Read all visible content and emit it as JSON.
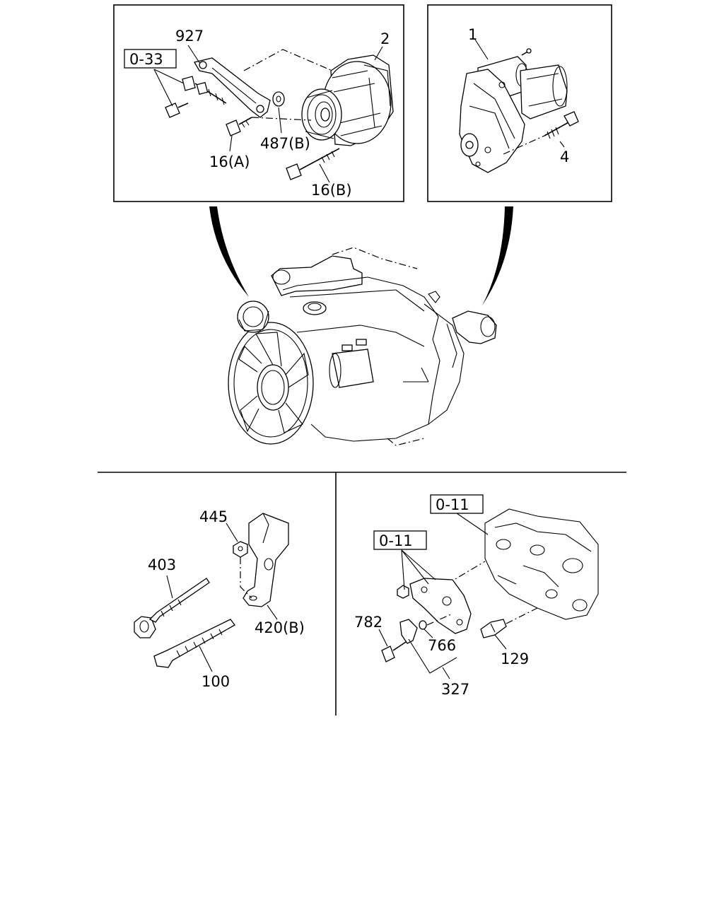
{
  "callouts": {
    "top_left": {
      "p927": "927",
      "p2": "2",
      "ref_0_33": "0-33",
      "p487b": "487(B)",
      "p16a": "16(A)",
      "p16b": "16(B)"
    },
    "top_right": {
      "p1": "1",
      "p4": "4"
    },
    "bottom_left": {
      "p445": "445",
      "p403": "403",
      "p420b": "420(B)",
      "p100": "100"
    },
    "bottom_right": {
      "ref_0_11_top": "0-11",
      "ref_0_11_mid": "0-11",
      "p782": "782",
      "p766": "766",
      "p129": "129",
      "p327": "327"
    }
  }
}
